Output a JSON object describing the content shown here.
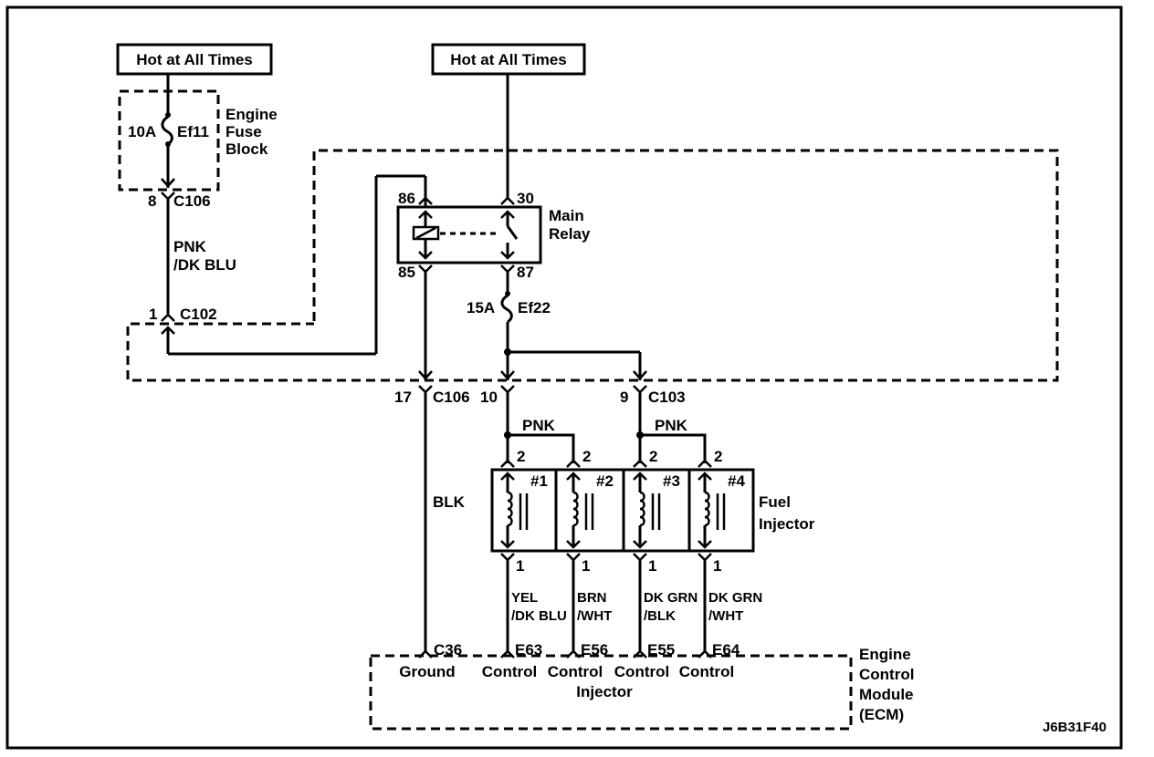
{
  "diagram": {
    "figure_id": "J6B31F40",
    "power_sources": [
      {
        "label": "Hot at All Times"
      },
      {
        "label": "Hot at All Times"
      }
    ],
    "fuse_block": {
      "name": [
        "Engine",
        "Fuse",
        "Block"
      ],
      "fuse_rating": "10A",
      "fuse_id": "Ef11"
    },
    "connectors": {
      "c106_top_pin": "8",
      "c106_top_name": "C106",
      "c102_pin": "1",
      "c102_name": "C102",
      "c106_bottom_pin": "17",
      "c106_bottom_name": "C106",
      "c106_pin10": "10",
      "c103_pin": "9",
      "c103_name": "C103"
    },
    "wires": {
      "fuse_to_c102": [
        "PNK",
        "/DK BLU"
      ],
      "ground": "BLK",
      "pnk_a": "PNK",
      "pnk_b": "PNK"
    },
    "relay": {
      "name": [
        "Main",
        "Relay"
      ],
      "pins": {
        "p86": "86",
        "p30": "30",
        "p85": "85",
        "p87": "87"
      },
      "fuse_rating": "15A",
      "fuse_id": "Ef22"
    },
    "injectors": {
      "name": [
        "Fuel",
        "Injector"
      ],
      "items": [
        {
          "label": "#1",
          "pin_in": "2",
          "pin_out": "1",
          "wire": [
            "YEL",
            "/DK BLU"
          ],
          "ecm_pin": "E63"
        },
        {
          "label": "#2",
          "pin_in": "2",
          "pin_out": "1",
          "wire": [
            "BRN",
            "/WHT"
          ],
          "ecm_pin": "E56"
        },
        {
          "label": "#3",
          "pin_in": "2",
          "pin_out": "1",
          "wire": [
            "DK GRN",
            "/BLK"
          ],
          "ecm_pin": "E55"
        },
        {
          "label": "#4",
          "pin_in": "2",
          "pin_out": "1",
          "wire": [
            "DK GRN",
            "/WHT"
          ],
          "ecm_pin": "E64"
        }
      ]
    },
    "ecm": {
      "name": [
        "Engine",
        "Control",
        "Module",
        "(ECM)"
      ],
      "ground_pin": "C36",
      "ground_label": "Ground",
      "control_label": "Control",
      "injector_label": "Injector"
    }
  }
}
